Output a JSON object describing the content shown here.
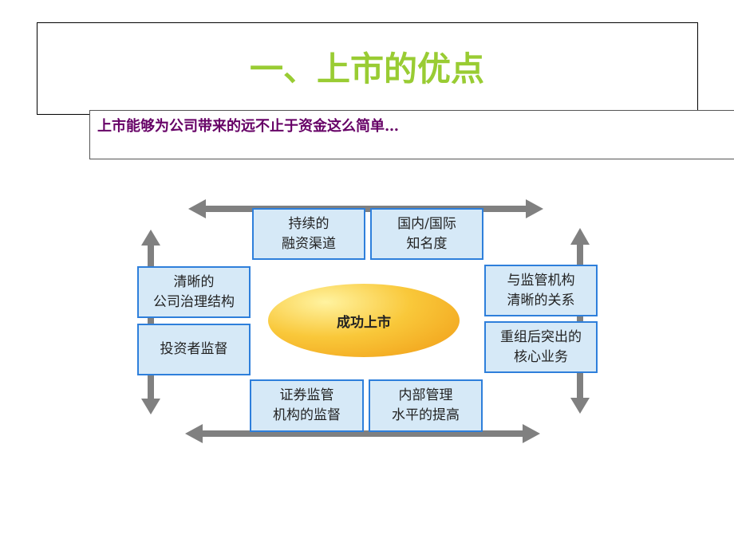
{
  "title": "一、上市的优点",
  "subtitle": "上市能够为公司带来的远不止于资金这么简单…",
  "center": "成功上市",
  "boxes": {
    "top_left": "持续的\n融资渠道",
    "top_right": "国内/国际\n知名度",
    "left_top": "清晰的\n公司治理结构",
    "left_bottom": "投资者监督",
    "right_top": "与监管机构\n清晰的关系",
    "right_bottom": "重组后突出的\n核心业务",
    "bottom_left": "证券监管\n机构的监督",
    "bottom_right": "内部管理\n水平的提高"
  },
  "colors": {
    "title": "#99cc33",
    "subtitle": "#660066",
    "box_fill": "#d6e9f7",
    "box_border": "#2e7fdb",
    "arrow": "#808080",
    "ellipse": "#f5a623"
  }
}
